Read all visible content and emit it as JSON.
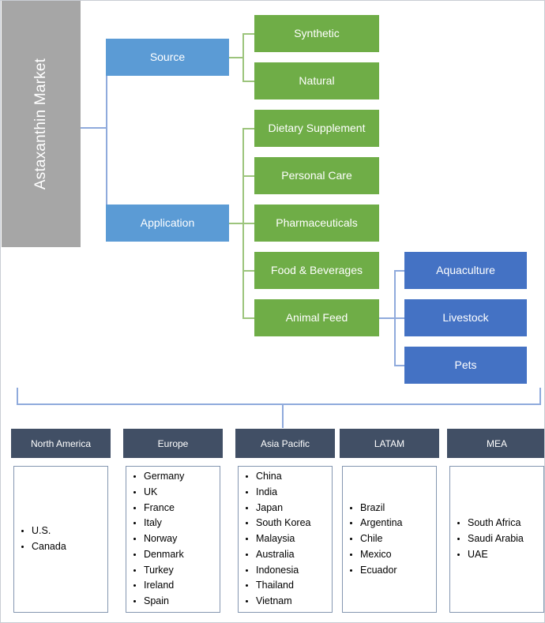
{
  "diagram": {
    "root": {
      "label": "Astaxanthin Market",
      "color": "#a6a6a6"
    },
    "segments": [
      {
        "label": "Source",
        "color": "#5b9bd5"
      },
      {
        "label": "Application",
        "color": "#5b9bd5"
      }
    ],
    "source_children": [
      {
        "label": "Synthetic",
        "color": "#6fad47"
      },
      {
        "label": "Natural",
        "color": "#6fad47"
      }
    ],
    "application_children": [
      {
        "label": "Dietary Supplement",
        "color": "#6fad47"
      },
      {
        "label": "Personal Care",
        "color": "#6fad47"
      },
      {
        "label": "Pharmaceuticals",
        "color": "#6fad47"
      },
      {
        "label": "Food & Beverages",
        "color": "#6fad47"
      },
      {
        "label": "Animal Feed",
        "color": "#6fad47"
      }
    ],
    "animal_feed_children": [
      {
        "label": "Aquaculture",
        "color": "#4472c4"
      },
      {
        "label": "Livestock",
        "color": "#4472c4"
      },
      {
        "label": "Pets",
        "color": "#4472c4"
      }
    ],
    "regions": [
      {
        "name": "North America",
        "countries": [
          "U.S.",
          "Canada"
        ]
      },
      {
        "name": "Europe",
        "countries": [
          "Germany",
          "UK",
          "France",
          "Italy",
          "Norway",
          "Denmark",
          "Turkey",
          "Ireland",
          "Spain"
        ]
      },
      {
        "name": "Asia Pacific",
        "countries": [
          "China",
          "India",
          "Japan",
          "South Korea",
          "Malaysia",
          "Australia",
          "Indonesia",
          "Thailand",
          "Vietnam"
        ]
      },
      {
        "name": "LATAM",
        "countries": [
          "Brazil",
          "Argentina",
          "Chile",
          "Mexico",
          "Ecuador"
        ]
      },
      {
        "name": "MEA",
        "countries": [
          "South Africa",
          "Saudi Arabia",
          "UAE"
        ]
      }
    ],
    "colors": {
      "root_gray": "#a6a6a6",
      "segment_blue": "#5b9bd5",
      "category_green": "#6fad47",
      "subcategory_blue": "#4472c4",
      "region_header": "#414f65",
      "connector_blue": "#8faadc",
      "connector_green": "#9cc47c"
    }
  }
}
